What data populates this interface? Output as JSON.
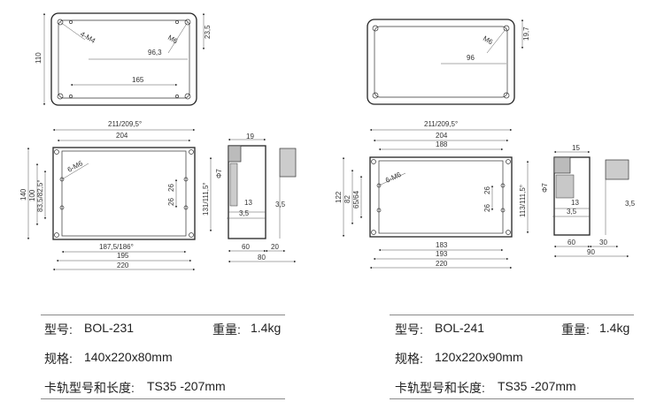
{
  "left": {
    "top_view": {
      "height_dim": "110",
      "screw_label": "4-M4",
      "m6_label": "M6",
      "dim_23_5": "23,5",
      "dim_96_3": "96,3",
      "dim_165": "165"
    },
    "front_view": {
      "dim_211": "211/209,5°",
      "dim_204": "204",
      "dim_140": "140",
      "dim_100": "100",
      "dim_83": "83,5/82,5°",
      "hole_label": "6-M6",
      "dim_26a": "26",
      "dim_26b": "26",
      "dim_131": "131/111,5°",
      "dim_187": "187,5/186°",
      "dim_195": "195",
      "dim_220": "220"
    },
    "side_view": {
      "dim_19": "19",
      "dim_phi7": "Φ7",
      "dim_13": "13",
      "dim_3_5a": "3,5",
      "dim_3_5b": "3,5",
      "dim_60": "60",
      "dim_20": "20",
      "dim_80": "80"
    },
    "specs": {
      "model_label": "型号:",
      "model_value": "BOL-231",
      "weight_label": "重量:",
      "weight_value": "1.4kg",
      "size_label": "规格:",
      "size_value": "140x220x80mm",
      "rail_label": "卡轨型号和长度:",
      "rail_value": "TS35 -207mm"
    }
  },
  "right": {
    "top_view": {
      "m6_label": "M6",
      "dim_19_7": "19,7",
      "dim_96": "96"
    },
    "front_view": {
      "dim_211": "211/209,5°",
      "dim_204": "204",
      "dim_188": "188",
      "dim_122": "122",
      "dim_82": "82",
      "dim_65": "65/64",
      "hole_label": "6-M6",
      "dim_26a": "26",
      "dim_26b": "26",
      "dim_113": "113/111,5°",
      "dim_183": "183",
      "dim_193": "193",
      "dim_220": "220"
    },
    "side_view": {
      "dim_15": "15",
      "dim_phi7": "Φ7",
      "dim_13": "13",
      "dim_3_5a": "3,5",
      "dim_3_5b": "3,5",
      "dim_60": "60",
      "dim_30": "30",
      "dim_90": "90"
    },
    "specs": {
      "model_label": "型号:",
      "model_value": "BOL-241",
      "weight_label": "重量:",
      "weight_value": "1.4kg",
      "size_label": "规格:",
      "size_value": "120x220x90mm",
      "rail_label": "卡轨型号和长度:",
      "rail_value": "TS35 -207mm"
    }
  }
}
